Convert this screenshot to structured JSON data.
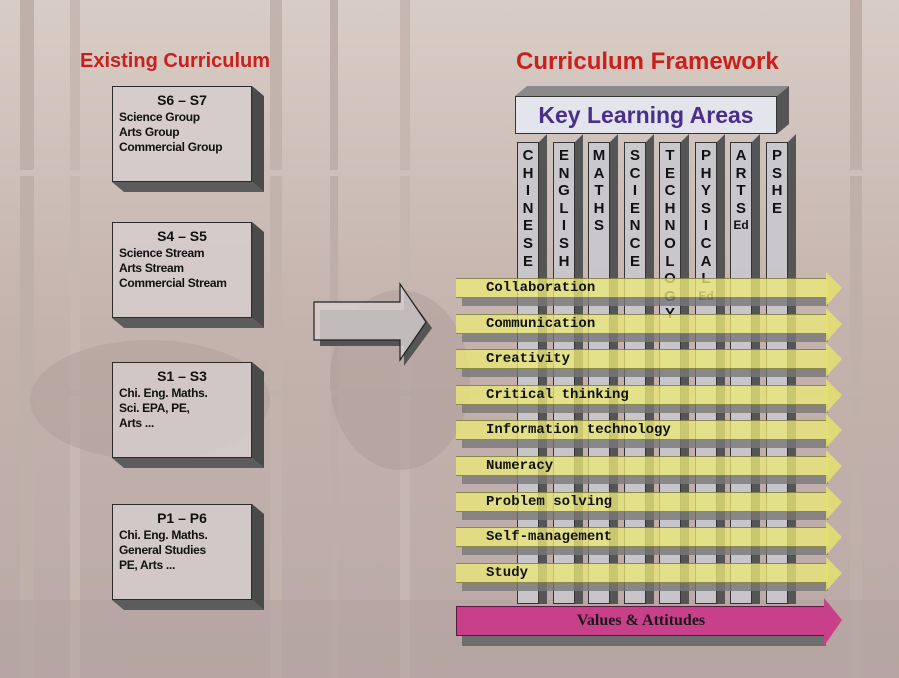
{
  "headings": {
    "existing": "Existing Curriculum",
    "framework": "Curriculum Framework"
  },
  "existing_boxes": [
    {
      "title": "S6 – S7",
      "lines": [
        "Science Group",
        "Arts Group",
        "Commercial Group"
      ]
    },
    {
      "title": "S4 – S5",
      "lines": [
        "Science Stream",
        "Arts Stream",
        "Commercial Stream"
      ]
    },
    {
      "title": "S1 – S3",
      "lines": [
        "Chi. Eng. Maths.",
        "Sci. EPA, PE,",
        "Arts ..."
      ]
    },
    {
      "title": "P1 – P6",
      "lines": [
        "Chi. Eng. Maths.",
        "General Studies",
        "PE, Arts ..."
      ]
    }
  ],
  "kla_header": "Key Learning Areas",
  "kla_columns": [
    {
      "letters": [
        "C",
        "H",
        "I",
        "N",
        "E",
        "S",
        "E"
      ],
      "suffix": ""
    },
    {
      "letters": [
        "E",
        "N",
        "G",
        "L",
        "I",
        "S",
        "H"
      ],
      "suffix": ""
    },
    {
      "letters": [
        "M",
        "A",
        "T",
        "H",
        "S"
      ],
      "suffix": ""
    },
    {
      "letters": [
        "S",
        "C",
        "I",
        "E",
        "N",
        "C",
        "E"
      ],
      "suffix": ""
    },
    {
      "letters": [
        "T",
        "E",
        "C",
        "H",
        "N",
        "O",
        "L",
        "O",
        "G",
        "Y"
      ],
      "suffix": ""
    },
    {
      "letters": [
        "P",
        "H",
        "Y",
        "S",
        "I",
        "C",
        "A",
        "L"
      ],
      "suffix": "Ed"
    },
    {
      "letters": [
        "A",
        "R",
        "T",
        "S"
      ],
      "suffix": "Ed"
    },
    {
      "letters": [
        "P",
        "S",
        "H",
        "E"
      ],
      "suffix": ""
    }
  ],
  "skills": [
    "Collaboration",
    "Communication",
    "Creativity",
    "Critical thinking",
    "Information technology",
    "Numeracy",
    "Problem solving",
    "Self-management",
    "Study"
  ],
  "values_bar": "Values & Attitudes",
  "colors": {
    "heading": "#cc1f1a",
    "kla_text": "#4a2f8a",
    "skill_bar": "#eae878",
    "values_bar": "#c8408a"
  }
}
